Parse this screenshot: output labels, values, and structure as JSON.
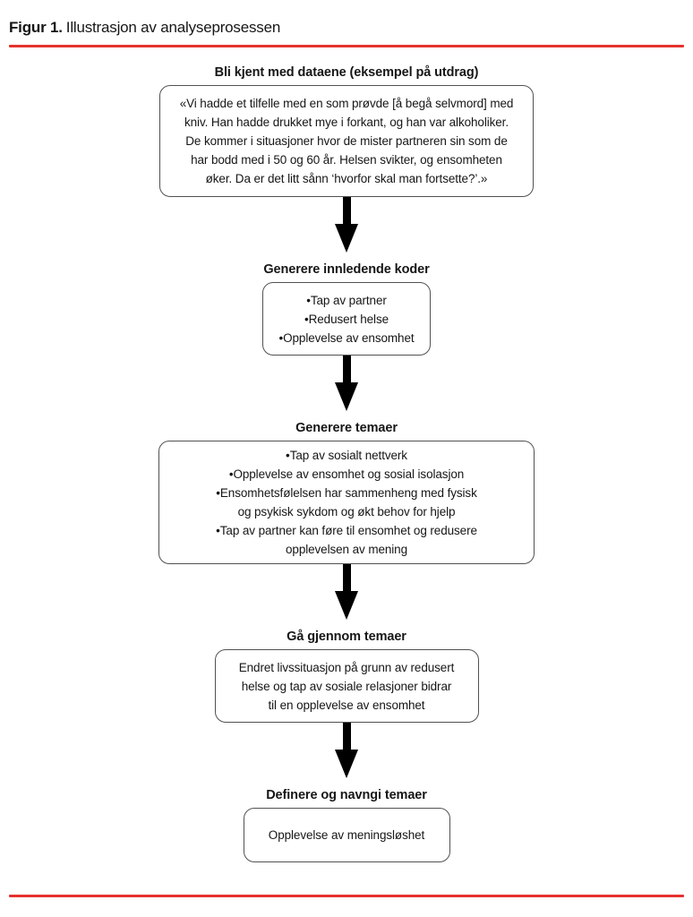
{
  "caption": {
    "label": "Figur 1.",
    "title": "Illustrasjon av analyseprosessen"
  },
  "colors": {
    "accent": "#e5322d",
    "box_border": "#515151",
    "text": "#161616",
    "arrow": "#000000"
  },
  "stages": [
    {
      "heading": "Bli kjent med dataene (eksempel på utdrag)",
      "paragraph": "«Vi hadde et tilfelle med en som prøvde [å begå selvmord] med\nkniv. Han hadde drukket mye i forkant, og han var alkoholiker.\nDe kommer i situasjoner hvor de mister partneren sin som de\nhar bodd med i 50 og 60 år. Helsen svikter, og ensomheten\nøker. Da er det litt sånn ‘hvorfor skal man fortsette?’.»"
    },
    {
      "heading": "Generere innledende koder",
      "bullets": [
        "Tap av partner",
        "Redusert helse",
        "Opplevelse av ensomhet"
      ]
    },
    {
      "heading": "Generere temaer",
      "bullets": [
        "Tap av sosialt nettverk",
        "Opplevelse av ensomhet og sosial isolasjon",
        "Ensomhetsfølelsen har sammenheng med fysisk\nog psykisk sykdom og økt behov for hjelp",
        "Tap av partner kan føre til ensomhet og redusere\nopplevelsen av mening"
      ]
    },
    {
      "heading": "Gå gjennom temaer",
      "paragraph": "Endret livssituasjon på grunn av redusert\nhelse og tap av sosiale relasjoner bidrar\ntil en opplevelse av ensomhet"
    },
    {
      "heading": "Definere og navngi temaer",
      "paragraph": "Opplevelse av meningsløshet"
    }
  ]
}
